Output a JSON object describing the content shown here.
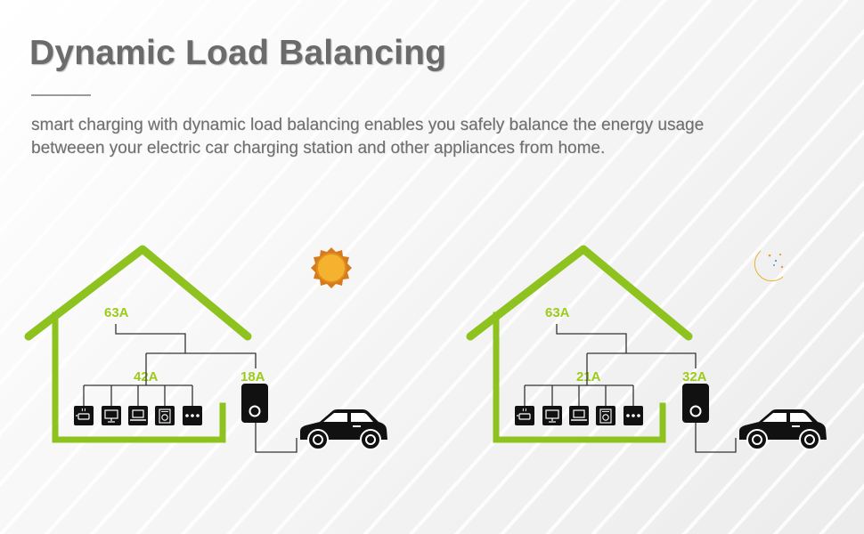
{
  "title": "Dynamic Load Balancing",
  "description": "smart charging with dynamic load balancing enables you safely balance the energy usage betweeen your electric car charging station and other appliances from home.",
  "colors": {
    "house": "#8dc21f",
    "label": "#9ccb1c",
    "sun": "#f5b22e",
    "moon": "#f6c94a",
    "device": "#111111"
  },
  "scenes": [
    {
      "icon": "sun-icon",
      "total": "63A",
      "appliances": "42A",
      "charger": "18A",
      "appliance_icons": [
        "cooker-icon",
        "monitor-icon",
        "laptop-icon",
        "washing-machine-icon",
        "more-icon"
      ]
    },
    {
      "icon": "moon-icon",
      "total": "63A",
      "appliances": "21A",
      "charger": "32A",
      "appliance_icons": [
        "cooker-icon",
        "monitor-icon",
        "laptop-icon",
        "washing-machine-icon",
        "more-icon"
      ]
    }
  ]
}
